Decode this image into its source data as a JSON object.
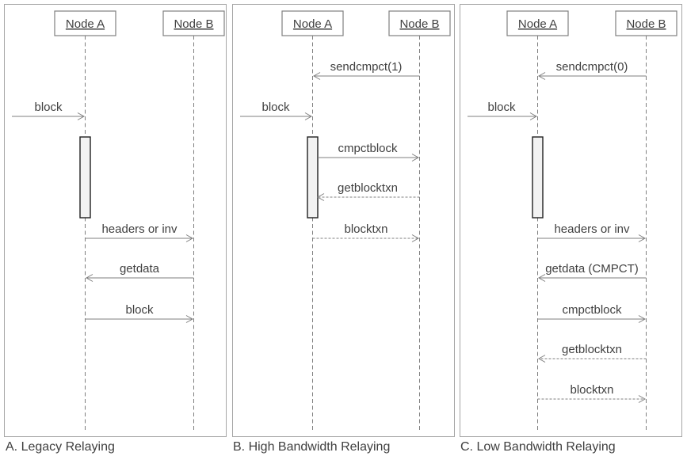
{
  "panels": [
    {
      "caption": "A. Legacy Relaying",
      "actor_a": "Node A",
      "actor_b": "Node B",
      "messages": [
        {
          "label": "block",
          "from": "external",
          "to": "Node A",
          "line": "solid"
        },
        {
          "label": "headers or inv",
          "from": "Node A",
          "to": "Node B",
          "line": "solid"
        },
        {
          "label": "getdata",
          "from": "Node B",
          "to": "Node A",
          "line": "solid"
        },
        {
          "label": "block",
          "from": "Node A",
          "to": "Node B",
          "line": "solid"
        }
      ]
    },
    {
      "caption": "B. High Bandwidth Relaying",
      "actor_a": "Node A",
      "actor_b": "Node B",
      "messages": [
        {
          "label": "sendcmpct(1)",
          "from": "Node B",
          "to": "Node A",
          "line": "solid"
        },
        {
          "label": "block",
          "from": "external",
          "to": "Node A",
          "line": "solid"
        },
        {
          "label": "cmpctblock",
          "from": "Node A",
          "to": "Node B",
          "line": "solid"
        },
        {
          "label": "getblocktxn",
          "from": "Node B",
          "to": "Node A",
          "line": "dashed"
        },
        {
          "label": "blocktxn",
          "from": "Node A",
          "to": "Node B",
          "line": "dashed"
        }
      ]
    },
    {
      "caption": "C. Low Bandwidth Relaying",
      "actor_a": "Node A",
      "actor_b": "Node B",
      "messages": [
        {
          "label": "sendcmpct(0)",
          "from": "Node B",
          "to": "Node A",
          "line": "solid"
        },
        {
          "label": "block",
          "from": "external",
          "to": "Node A",
          "line": "solid"
        },
        {
          "label": "headers or inv",
          "from": "Node A",
          "to": "Node B",
          "line": "solid"
        },
        {
          "label": "getdata (CMPCT)",
          "from": "Node B",
          "to": "Node A",
          "line": "solid"
        },
        {
          "label": "cmpctblock",
          "from": "Node A",
          "to": "Node B",
          "line": "solid"
        },
        {
          "label": "getblocktxn",
          "from": "Node B",
          "to": "Node A",
          "line": "dashed"
        },
        {
          "label": "blocktxn",
          "from": "Node A",
          "to": "Node B",
          "line": "dashed"
        }
      ]
    }
  ],
  "colors": {
    "line": "#7f7f7f",
    "text": "#404040",
    "panel_border": "#a6a6a6",
    "activation_fill": "#f2f2f2",
    "activation_border": "#1f1f1f"
  }
}
